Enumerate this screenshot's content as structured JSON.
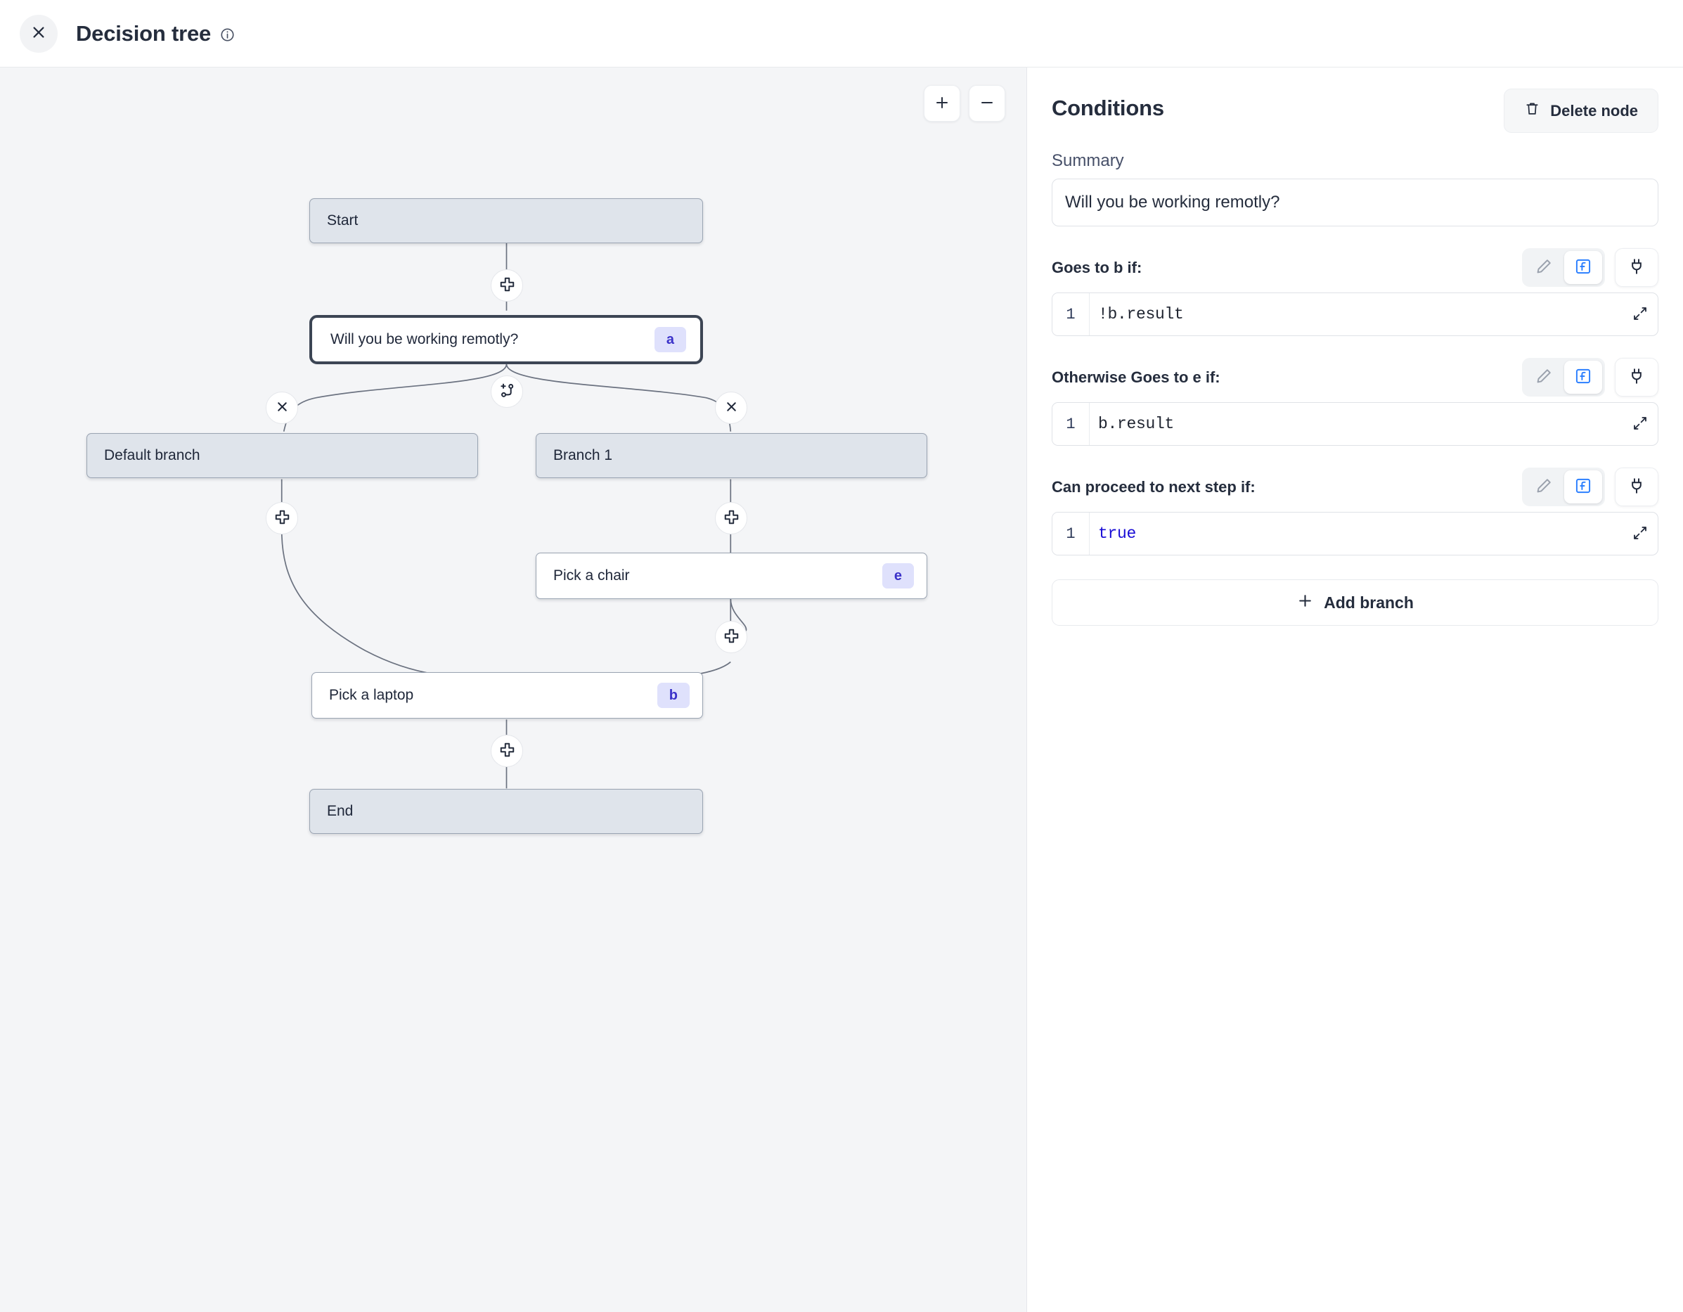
{
  "header": {
    "title": "Decision tree",
    "close_icon": "close-icon",
    "info_icon": "info-circle-icon"
  },
  "canvas": {
    "zoom_in_label": "+",
    "zoom_out_label": "−",
    "nodes": [
      {
        "id": "start",
        "label": "Start",
        "kind": "terminal",
        "badge": null
      },
      {
        "id": "a",
        "label": "Will you be working remotly?",
        "kind": "selected",
        "badge": "a"
      },
      {
        "id": "default",
        "label": "Default branch",
        "kind": "branch",
        "badge": null
      },
      {
        "id": "branch1",
        "label": "Branch 1",
        "kind": "branch",
        "badge": null
      },
      {
        "id": "e",
        "label": "Pick a chair",
        "kind": "step",
        "badge": "e"
      },
      {
        "id": "b",
        "label": "Pick a laptop",
        "kind": "step",
        "badge": "b"
      },
      {
        "id": "end",
        "label": "End",
        "kind": "terminal",
        "badge": null
      }
    ],
    "handles": [
      {
        "id": "h-start-a",
        "icon": "plus-node-icon"
      },
      {
        "id": "h-branch",
        "icon": "add-branch-icon"
      },
      {
        "id": "h-del-left",
        "icon": "close-icon"
      },
      {
        "id": "h-del-right",
        "icon": "close-icon"
      },
      {
        "id": "h-default-b",
        "icon": "plus-node-icon"
      },
      {
        "id": "h-branch1-e",
        "icon": "plus-node-icon"
      },
      {
        "id": "h-e-b",
        "icon": "plus-node-icon"
      },
      {
        "id": "h-b-end",
        "icon": "plus-node-icon"
      }
    ]
  },
  "panel": {
    "title": "Conditions",
    "delete_label": "Delete node",
    "delete_icon": "trash-icon",
    "summary_label": "Summary",
    "summary_value": "Will you be working remotly?",
    "add_branch_label": "Add branch",
    "conditions": [
      {
        "label": "Goes to b if:",
        "line_no": "1",
        "code": "!b.result",
        "code_kind": "plain",
        "pencil_icon": "pencil-icon",
        "function_icon": "function-icon",
        "plug_icon": "plug-icon",
        "expand_icon": "expand-diagonal-icon",
        "mode": "function"
      },
      {
        "label": "Otherwise Goes to e if:",
        "line_no": "1",
        "code": "b.result",
        "code_kind": "plain",
        "pencil_icon": "pencil-icon",
        "function_icon": "function-icon",
        "plug_icon": "plug-icon",
        "expand_icon": "expand-diagonal-icon",
        "mode": "function"
      },
      {
        "label": "Can proceed to next step if:",
        "line_no": "1",
        "code": "true",
        "code_kind": "keyword",
        "pencil_icon": "pencil-icon",
        "function_icon": "function-icon",
        "plug_icon": "plug-icon",
        "expand_icon": "expand-diagonal-icon",
        "mode": "function"
      }
    ]
  },
  "colors": {
    "canvas_bg": "#f4f5f7",
    "node_fill": "#dfe4eb",
    "node_border": "#9aa4b2",
    "selected_outline": "#3c4554",
    "badge_bg": "#dfe1fc",
    "badge_text": "#3b32c9",
    "accent_blue": "#2b7fff",
    "text_dark": "#252d3d"
  }
}
